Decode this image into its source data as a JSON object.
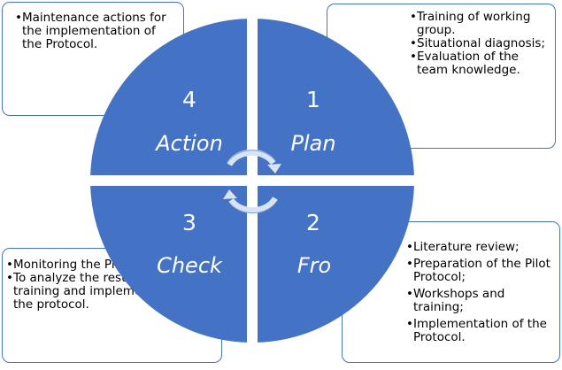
{
  "colors": {
    "quadrant_fill": "#4472c4",
    "border": "#4472c4",
    "arrow_fill": "#dae3f3"
  },
  "quadrants": {
    "plan": {
      "number": "1",
      "label": "Plan"
    },
    "fro": {
      "number": "2",
      "label": "Fro"
    },
    "check": {
      "number": "3",
      "label": "Check"
    },
    "action": {
      "number": "4",
      "label": "Action"
    }
  },
  "callouts": {
    "top_left": [
      "Maintenance actions for the implementation of the Protocol."
    ],
    "top_right": [
      "Training of working group.",
      "Situational diagnosis;",
      "Evaluation of the team knowledge."
    ],
    "bottom_left": [
      "Monitoring the Protocol;",
      "To analyze the results after training and implementation of the protocol."
    ],
    "bottom_right": [
      "Literature review;",
      "Preparation of the Pilot Protocol;",
      "Workshops and training;",
      "Implementation of the Protocol."
    ]
  }
}
